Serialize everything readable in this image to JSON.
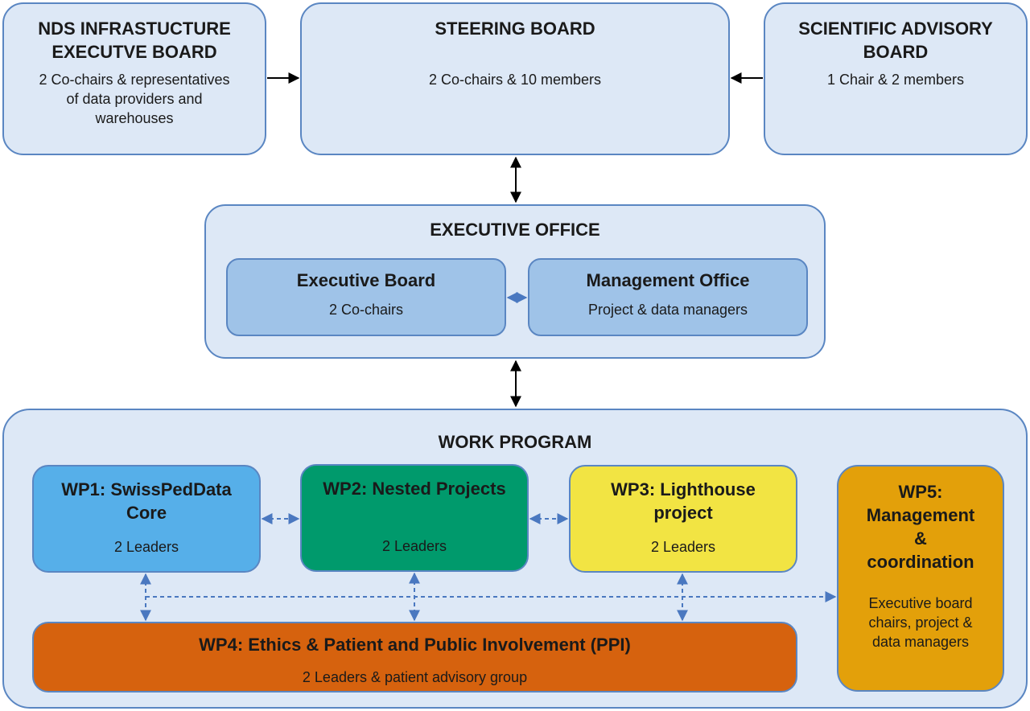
{
  "boards": {
    "nds": {
      "title_line1": "NDS INFRASTUCTURE",
      "title_line2": "EXECUTVE BOARD",
      "desc_line1": "2 Co-chairs & representatives",
      "desc_line2": "of data providers and",
      "desc_line3": "warehouses"
    },
    "steering": {
      "title": "STEERING BOARD",
      "desc": "2 Co-chairs & 10 members"
    },
    "scientific": {
      "title_line1": "SCIENTIFIC ADVISORY",
      "title_line2": "BOARD",
      "desc": "1 Chair & 2 members"
    }
  },
  "executive_office": {
    "title": "EXECUTIVE OFFICE",
    "executive_board": {
      "title": "Executive Board",
      "desc": "2 Co-chairs"
    },
    "management_office": {
      "title": "Management Office",
      "desc": "Project & data managers"
    }
  },
  "work_program": {
    "title": "WORK PROGRAM",
    "wp1": {
      "title_line1": "WP1: SwissPedData",
      "title_line2": "Core",
      "desc": "2 Leaders"
    },
    "wp2": {
      "title": "WP2: Nested Projects",
      "desc": "2 Leaders"
    },
    "wp3": {
      "title_line1": "WP3: Lighthouse",
      "title_line2": "project",
      "desc": "2 Leaders"
    },
    "wp4": {
      "title": "WP4: Ethics & Patient and Public Involvement (PPI)",
      "desc": "2 Leaders & patient advisory group"
    },
    "wp5": {
      "title_line1": "WP5:",
      "title_line2": "Management",
      "title_line3": "&",
      "title_line4": "coordination",
      "desc_line1": "Executive board",
      "desc_line2": "chairs, project &",
      "desc_line3": "data managers"
    }
  },
  "colors": {
    "box_fill": "#dde8f6",
    "box_border": "#5a86c2",
    "inner_fill": "#9fc3e8",
    "wp1": "#56afe9",
    "wp2": "#009a6c",
    "wp3": "#f2e443",
    "wp4": "#d6620e",
    "wp5": "#e3a00a",
    "dashed_arrow": "#4a78c0",
    "solid_arrow": "#000000"
  }
}
